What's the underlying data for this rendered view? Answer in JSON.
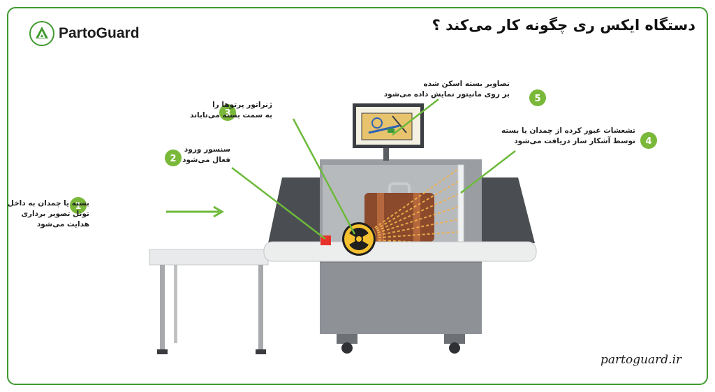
{
  "brand": {
    "name": "PartoGuard",
    "accent": "#3f9a2e"
  },
  "title": "دستگاه ایکس ری چگونه کار می‌کند ؟",
  "website": "partoguard.ir",
  "steps": [
    {
      "number": "1",
      "lines": [
        "بسته یا چمدان به داخل",
        "تونل تصویر برداری",
        "هدایت می‌شود"
      ]
    },
    {
      "number": "2",
      "lines": [
        "سنسور ورود",
        "فعال می‌شود"
      ]
    },
    {
      "number": "3",
      "lines": [
        "ژنراتور پرتوها را",
        "به سمت بسته می‌تاباند"
      ]
    },
    {
      "number": "4",
      "lines": [
        "تشعشات عبور کرده از چمدان یا بسته",
        "توسط آشکار ساز دریافت می‌شود"
      ]
    },
    {
      "number": "5",
      "lines": [
        "تصاویر بسته اسکن شده",
        "بر روی مانیتور نمایش داده می‌شود"
      ]
    }
  ],
  "icons": [
    "logo-icon",
    "radiation-icon",
    "arrow-right-icon"
  ],
  "colors": {
    "step_badge": "#7ab83a",
    "machine_body": "#9a9ea3",
    "machine_dark": "#4a4d52",
    "suitcase": "#8b4a2b",
    "beam": "#f3b24a",
    "sensor": "#e8312b"
  }
}
